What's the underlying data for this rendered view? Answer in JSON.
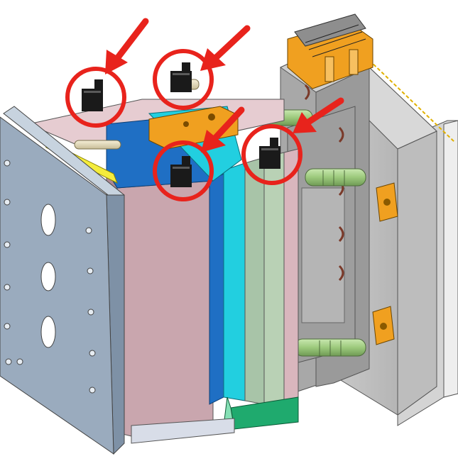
{
  "illustration": {
    "subject": "injection-mold-assembly",
    "colors": {
      "plate_blue_gray": "#9aabbe",
      "plate_blue_gray_light": "#b8c6d4",
      "plate_pink": "#c9a6ae",
      "plate_pink_light": "#ddbfc5",
      "plate_blue": "#1f6fc4",
      "plate_cyan": "#22cfe0",
      "plate_sage": "#a8c4a8",
      "plate_green": "#1faa6e",
      "plate_gray": "#b8b8b8",
      "plate_gray_dark": "#8e8e8e",
      "guide_pin_green": "#a6cf8a",
      "orange_block": "#f0a020",
      "yellow_strip": "#f4ec3c",
      "highlight_red": "#e8231c",
      "locking_block": "#1a1a1a"
    },
    "highlights": [
      {
        "name": "highlight-circle-1",
        "label": ""
      },
      {
        "name": "highlight-circle-2",
        "label": ""
      },
      {
        "name": "highlight-circle-3",
        "label": ""
      },
      {
        "name": "highlight-circle-4",
        "label": ""
      }
    ]
  }
}
